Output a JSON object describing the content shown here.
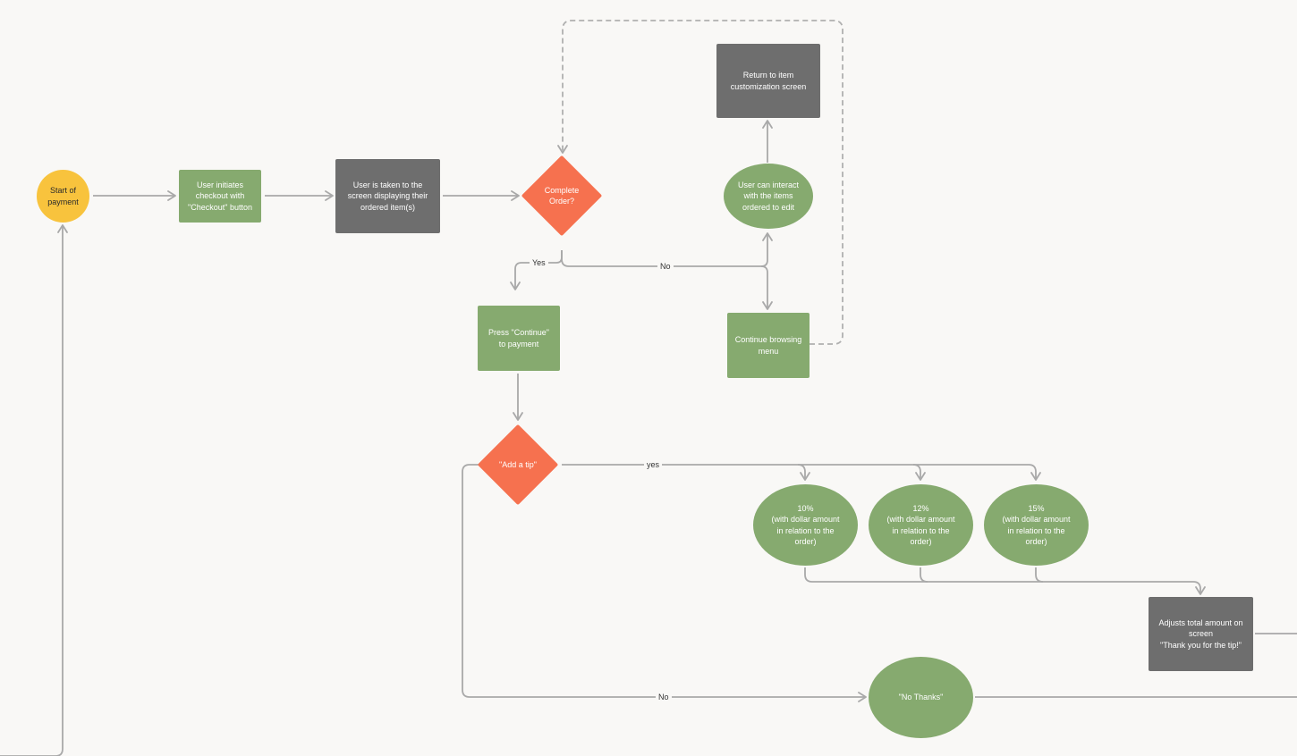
{
  "nodes": {
    "start": "Start of\npayment",
    "initiate": "User initiates\ncheckout with\n\"Checkout\" button",
    "taken": "User is taken to the\nscreen displaying their\nordered item(s)",
    "complete": "Complete\nOrder?",
    "return_item": "Return to item\ncustomization screen",
    "interact": "User can interact\nwith the items\nordered to edit",
    "continue_menu": "Continue browsing\nmenu",
    "press_continue": "Press \"Continue\"\nto payment",
    "add_tip": "\"Add a tip\"",
    "tip10": "10%\n(with dollar amount\nin relation to the\norder)",
    "tip12": "12%\n(with dollar amount\nin relation to the\norder)",
    "tip15": "15%\n(with dollar amount\nin relation to the\norder)",
    "adjusts": "Adjusts total amount on\nscreen\n\"Thank you for the tip!\"",
    "no_thanks": "\"No Thanks\""
  },
  "edge_labels": {
    "yes_complete": "Yes",
    "no_complete": "No",
    "yes_tip": "yes",
    "no_tip": "No"
  },
  "colors": {
    "background": "#f9f8f6",
    "green": "#86aa6f",
    "gray": "#6e6e6e",
    "orange": "#f6714f",
    "yellow": "#f8c33d",
    "connector": "#a9a9a9"
  }
}
